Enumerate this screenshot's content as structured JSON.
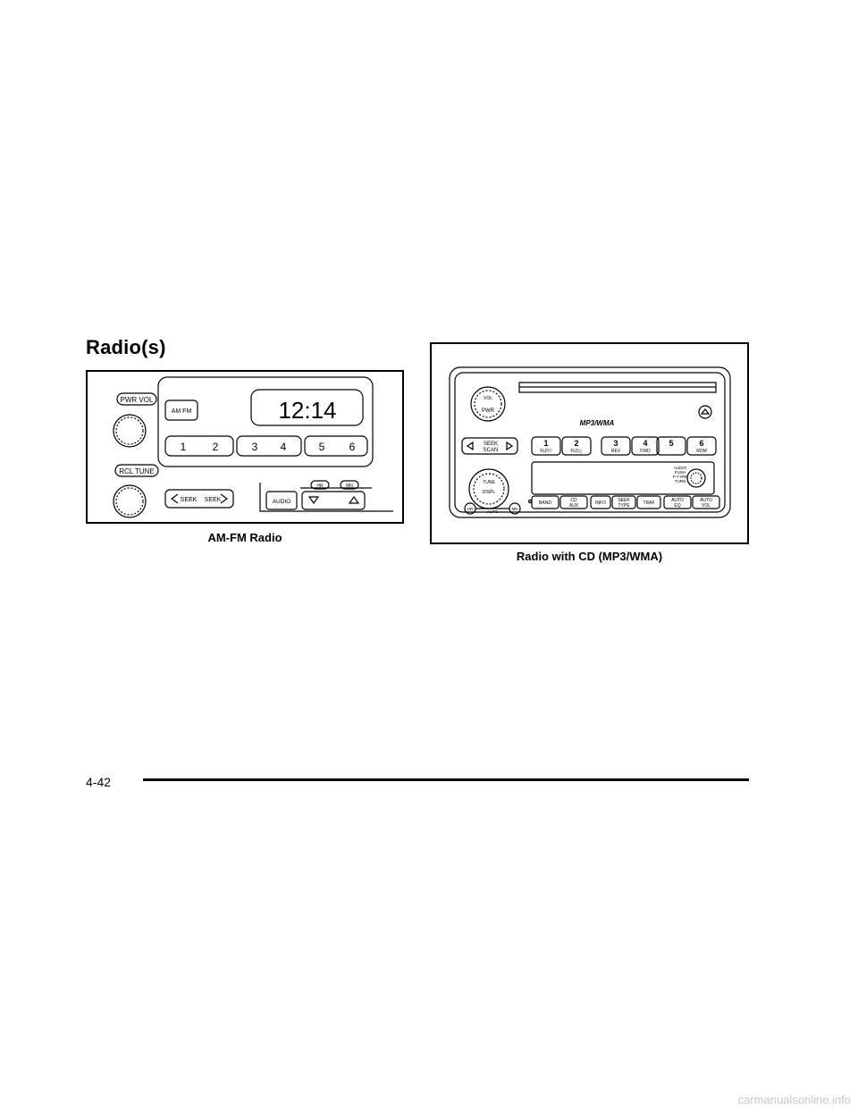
{
  "section_heading": "Radio(s)",
  "fig_amfm": {
    "caption": "AM-FM Radio",
    "labels": {
      "pwr_vol": "PWR  VOL",
      "rcl_tune": "RCL  TUNE",
      "am_fm": "AM  FM",
      "clock": "12:14",
      "presets": [
        "1",
        "2",
        "3",
        "4",
        "5",
        "6"
      ],
      "seek_left": "SEEK",
      "seek_right": "SEEK",
      "audio": "AUDIO",
      "hr": "HR",
      "mn": "MN"
    }
  },
  "fig_cd": {
    "caption": "Radio with CD (MP3/WMA)",
    "labels": {
      "pwr": "PWR",
      "vol": "VOL",
      "logo": "MP3/WMA",
      "seek": "SEEK",
      "scan": "SCAN",
      "presets": [
        {
          "num": "1",
          "sub": "FLD▽"
        },
        {
          "num": "2",
          "sub": "FLD△"
        },
        {
          "num": "3",
          "sub": "REV"
        },
        {
          "num": "4",
          "sub": "FWD"
        },
        {
          "num": "5",
          "sub": ""
        },
        {
          "num": "6",
          "sub": "RDM"
        }
      ],
      "tune": "TUNE",
      "displ": "DISPL",
      "hr": "HR",
      "mn": "MN",
      "auto": "AUTO",
      "audio_knob": [
        "AUDIO",
        "PUSH",
        "P-TYPE",
        "TURN"
      ],
      "band": "BAND",
      "cd": "CD",
      "aux": "AUX",
      "info": "INFO",
      "seek2": "SEEK",
      "type": "TYPE",
      "traf": "TRAF",
      "auto_eq": [
        "AUTO",
        "EQ"
      ],
      "auto_vol": [
        "AUTO",
        "VOL"
      ]
    }
  },
  "page_number": "4-42",
  "watermark": "carmanualsonline.info"
}
